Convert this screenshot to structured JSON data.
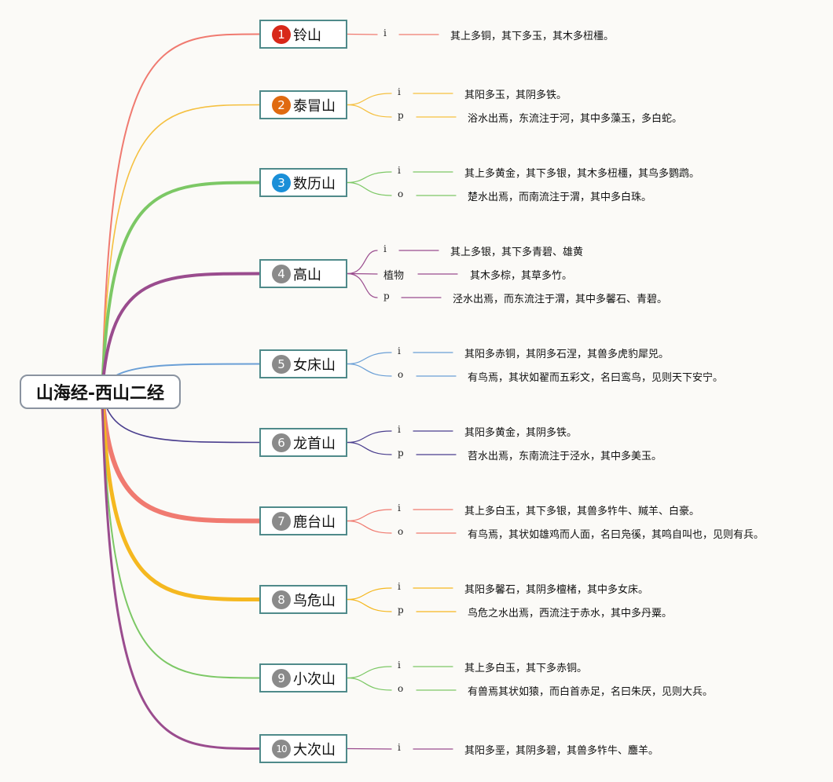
{
  "root": {
    "label": "山海经-西山二经"
  },
  "mountains": [
    {
      "num": "1",
      "name": "铃山",
      "badge_color": "#d8281a",
      "line_color": "#f07a70",
      "facts": [
        {
          "tag": "i",
          "text": "其上多铜，其下多玉，其木多杻橿。"
        }
      ]
    },
    {
      "num": "2",
      "name": "泰冒山",
      "badge_color": "#e06a10",
      "line_color": "#f5c040",
      "facts": [
        {
          "tag": "i",
          "text": "其阳多玉，其阴多铁。"
        },
        {
          "tag": "p",
          "text": "浴水出焉，东流注于河，其中多藻玉，多白蛇。"
        }
      ]
    },
    {
      "num": "3",
      "name": "数历山",
      "badge_color": "#1a8fd8",
      "line_color": "#7cc865",
      "facts": [
        {
          "tag": "i",
          "text": "其上多黄金，其下多银，其木多杻橿，其鸟多鹦鹉。"
        },
        {
          "tag": "o",
          "text": "楚水出焉，而南流注于渭，其中多白珠。"
        }
      ]
    },
    {
      "num": "4",
      "name": "高山",
      "badge_color": "#8a8a8a",
      "line_color": "#9a4c8e",
      "facts": [
        {
          "tag": "i",
          "text": "其上多银，其下多青碧、雄黄"
        },
        {
          "tag": "植物",
          "text": "其木多棕，其草多竹。"
        },
        {
          "tag": "p",
          "text": "泾水出焉，而东流注于渭，其中多馨石、青碧。"
        }
      ]
    },
    {
      "num": "5",
      "name": "女床山",
      "badge_color": "#8a8a8a",
      "line_color": "#6a9fd6",
      "facts": [
        {
          "tag": "i",
          "text": "其阳多赤铜，其阴多石涅，其兽多虎豹犀兕。"
        },
        {
          "tag": "o",
          "text": "有鸟焉，其状如翟而五彩文，名曰鸾鸟，见则天下安宁。"
        }
      ]
    },
    {
      "num": "6",
      "name": "龙首山",
      "badge_color": "#8a8a8a",
      "line_color": "#4a3e8e",
      "facts": [
        {
          "tag": "i",
          "text": "其阳多黄金，其阴多铁。"
        },
        {
          "tag": "p",
          "text": "苕水出焉，东南流注于泾水，其中多美玉。"
        }
      ]
    },
    {
      "num": "7",
      "name": "鹿台山",
      "badge_color": "#8a8a8a",
      "line_color": "#f07a70",
      "facts": [
        {
          "tag": "i",
          "text": "其上多白玉，其下多银，其兽多㸲牛、羬羊、白豪。"
        },
        {
          "tag": "o",
          "text": "有鸟焉，其状如雄鸡而人面，名曰凫徯，其鸣自叫也，见则有兵。"
        }
      ]
    },
    {
      "num": "8",
      "name": "鸟危山",
      "badge_color": "#8a8a8a",
      "line_color": "#f5b820",
      "facts": [
        {
          "tag": "i",
          "text": "其阳多馨石，其阴多檀楮，其中多女床。"
        },
        {
          "tag": "p",
          "text": "鸟危之水出焉，西流注于赤水，其中多丹粟。"
        }
      ]
    },
    {
      "num": "9",
      "name": "小次山",
      "badge_color": "#8a8a8a",
      "line_color": "#7cc865",
      "facts": [
        {
          "tag": "i",
          "text": "其上多白玉，其下多赤铜。"
        },
        {
          "tag": "o",
          "text": "有兽焉其状如猿，而白首赤足，名曰朱厌，见则大兵。"
        }
      ]
    },
    {
      "num": "10",
      "name": "大次山",
      "badge_color": "#8a8a8a",
      "line_color": "#9a4c8e",
      "facts": [
        {
          "tag": "i",
          "text": "其阳多垩，其阴多碧，其兽多㸲牛、麢羊。"
        }
      ]
    }
  ]
}
